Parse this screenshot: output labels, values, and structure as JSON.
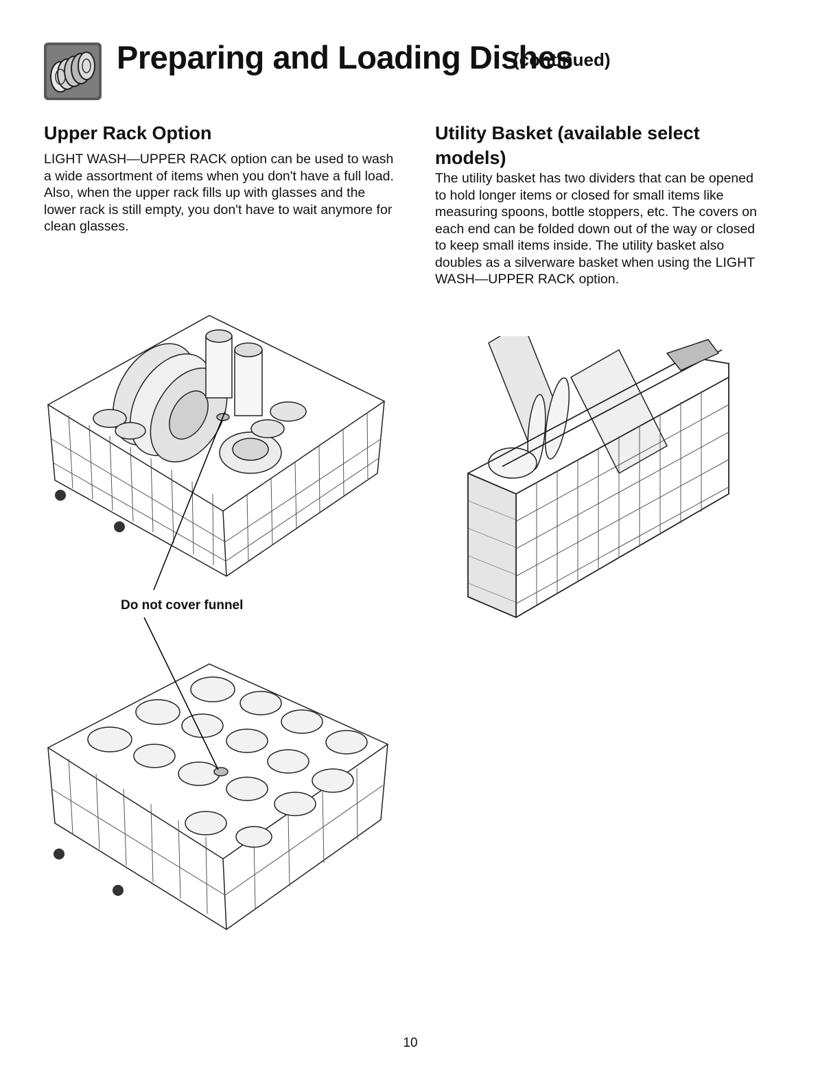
{
  "header": {
    "icon": "stacked-dishes-icon",
    "title": "Preparing and Loading Dishes",
    "title_suffix": "(continued)"
  },
  "upper_rack_option": {
    "heading": "Upper Rack Option",
    "body": "LIGHT WASH—UPPER RACK option can be used to wash a wide assortment of items when you don't have a full load. Also, when the upper rack fills up with glasses and the lower rack is still empty, you don't have to wait anymore for clean glasses."
  },
  "utility_basket": {
    "heading": "Utility Basket (available select models)",
    "body": "The utility basket has two dividers that can be opened to hold longer items or closed for small items like measuring spoons, bottle stoppers, etc. The covers on each end can be folded down out of the way or closed to keep small items inside. The utility basket also doubles as a silverware basket when using the LIGHT WASH—UPPER RACK option."
  },
  "figures": {
    "callout": "Do not cover funnel"
  },
  "footer": {
    "page_number": "10"
  }
}
